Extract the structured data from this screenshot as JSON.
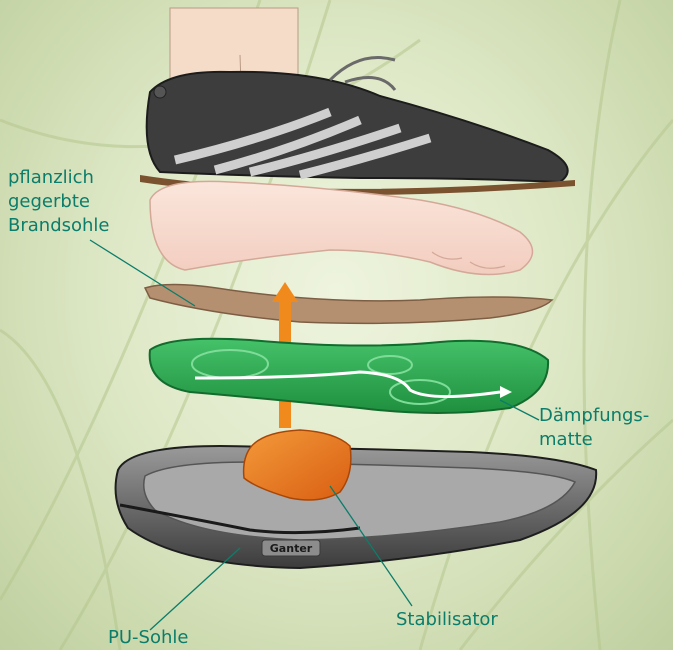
{
  "labels": {
    "brandsohle": [
      "pflanzlich",
      "gegerbte",
      "Brandsohle"
    ],
    "daempfungsmatte": [
      "Dämpfungs-",
      "matte"
    ],
    "stabilisator": "Stabilisator",
    "pu_sohle": "PU-Sohle",
    "brand_logo": "Ganter"
  },
  "colors": {
    "label_text": "#0b7d6a",
    "background": "#dfe9c8",
    "insole_green": "#2fae4f",
    "stabilizer_orange": "#e8701a",
    "arrow_orange": "#f08a1c",
    "footbed_brown": "#b08a6a",
    "shoe_dark": "#3a3a3a"
  }
}
